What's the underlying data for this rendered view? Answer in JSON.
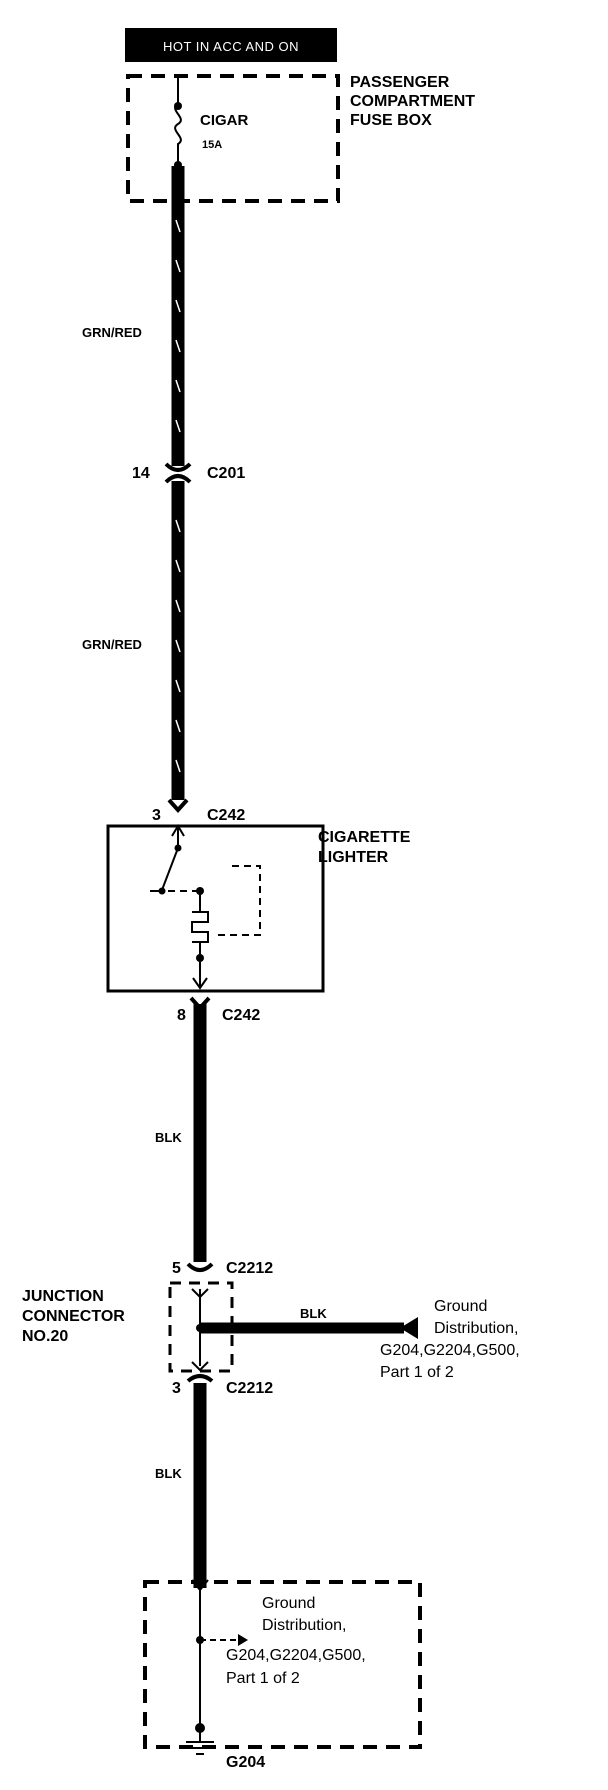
{
  "banner": "HOT IN ACC AND ON",
  "fuse_box": {
    "title_lines": [
      "PASSENGER",
      "COMPARTMENT",
      "FUSE BOX"
    ],
    "fuse_name": "CIGAR",
    "fuse_rating": "15A"
  },
  "wires": {
    "top": "GRN/RED",
    "middle": "GRN/RED",
    "lower": "BLK",
    "ground_branch": "BLK",
    "bottom": "BLK"
  },
  "connectors": {
    "c201": {
      "pin": "14",
      "name": "C201"
    },
    "c242_top": {
      "pin": "3",
      "name": "C242"
    },
    "c242_bottom": {
      "pin": "8",
      "name": "C242"
    },
    "c2212_top": {
      "pin": "5",
      "name": "C2212"
    },
    "c2212_bottom": {
      "pin": "3",
      "name": "C2212"
    }
  },
  "lighter": {
    "title_lines": [
      "CIGARETTE",
      "LIGHTER"
    ]
  },
  "junction": {
    "title_lines": [
      "JUNCTION",
      "CONNECTOR",
      "NO.20"
    ]
  },
  "ground_ref_right": {
    "lines": [
      "Ground",
      "Distribution,",
      "G204,G2204,G500,",
      "Part 1 of 2"
    ]
  },
  "ground_ref_bottom": {
    "lines": [
      "Ground",
      "Distribution,",
      "G204,G2204,G500,",
      "Part 1 of 2"
    ]
  },
  "ground_point": "G204"
}
